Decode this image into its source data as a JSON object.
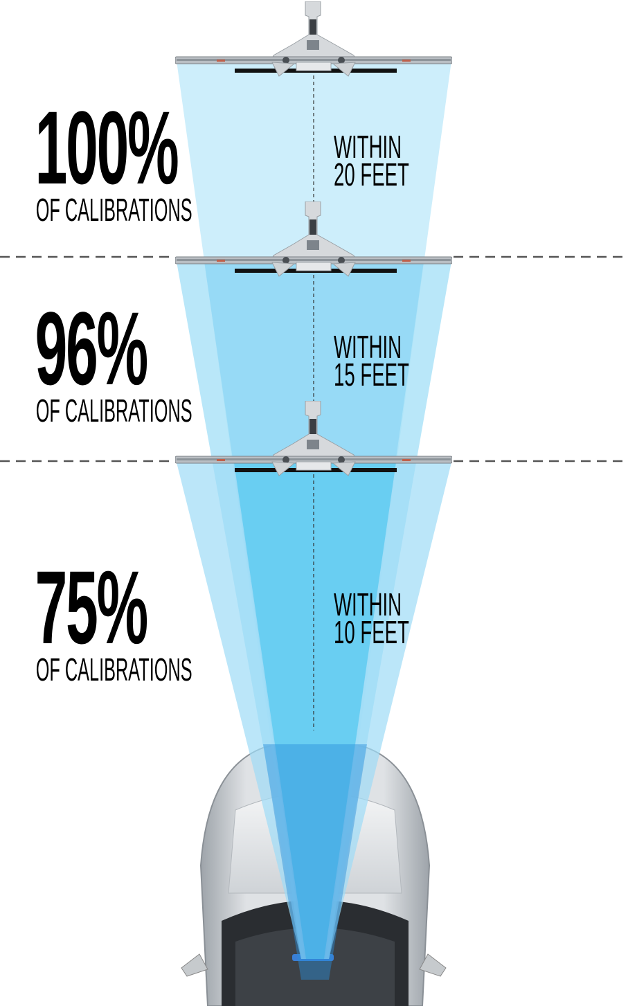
{
  "stats": [
    {
      "percent": "100%",
      "caption": "OF CALIBRATIONS",
      "distance_line1": "WITHIN",
      "distance_line2": "20 FEET"
    },
    {
      "percent": "96%",
      "caption": "OF CALIBRATIONS",
      "distance_line1": "WITHIN",
      "distance_line2": "15 FEET"
    },
    {
      "percent": "75%",
      "caption": "OF CALIBRATIONS",
      "distance_line1": "WITHIN",
      "distance_line2": "10 FEET"
    }
  ],
  "colors": {
    "beam_light": "#c4ebfa",
    "beam_mid": "#8fd7f5",
    "beam_dark": "#5ccbf1",
    "text": "#000000",
    "divider": "#555555",
    "car_body": "#e4e6e8"
  },
  "icons": [
    "calibration-frame-icon",
    "car-icon"
  ]
}
